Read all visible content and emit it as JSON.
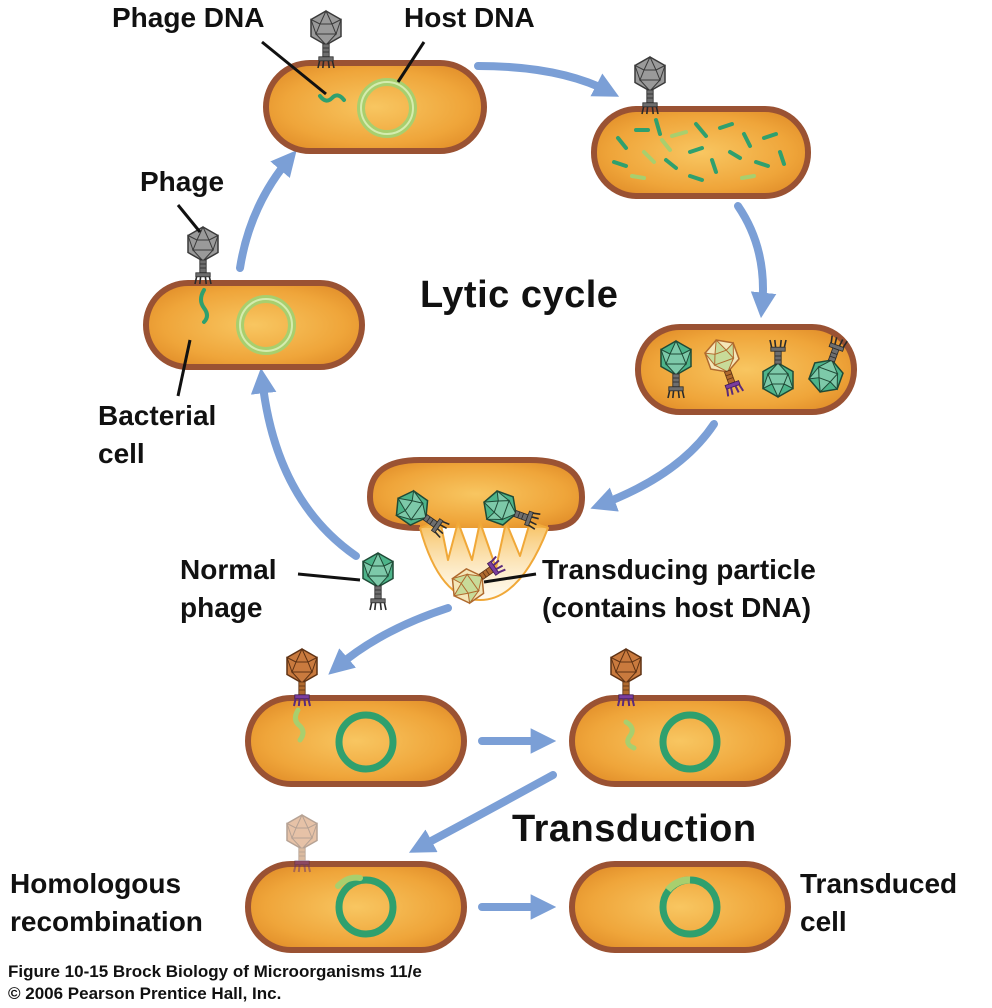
{
  "labels": {
    "phage_dna": "Phage DNA",
    "host_dna": "Host DNA",
    "phage": "Phage",
    "bacterial_cell_1": "Bacterial",
    "bacterial_cell_2": "cell",
    "lytic_cycle": "Lytic cycle",
    "normal_phage_1": "Normal",
    "normal_phage_2": "phage",
    "transducing_particle_1": "Transducing particle",
    "transducing_particle_2": "(contains host DNA)",
    "transduction": "Transduction",
    "homologous_1": "Homologous",
    "homologous_2": "recombination",
    "transduced_1": "Transduced",
    "transduced_2": "cell"
  },
  "caption": {
    "line1": "Figure 10-15  Brock Biology of Microorganisms 11/e",
    "line2": "© 2006 Pearson Prentice Hall, Inc."
  },
  "colors": {
    "cell_fill": "#f2a93c",
    "cell_rim": "#9a5233",
    "arrow": "#7b9fd6",
    "phage_gray": "#8c8c8c",
    "phage_green": "#46a882",
    "phage_orange": "#c97a3e",
    "tail_purple": "#7a3d9e",
    "host_dna": "#a8cf6e",
    "dna_green": "#2fa06e"
  }
}
